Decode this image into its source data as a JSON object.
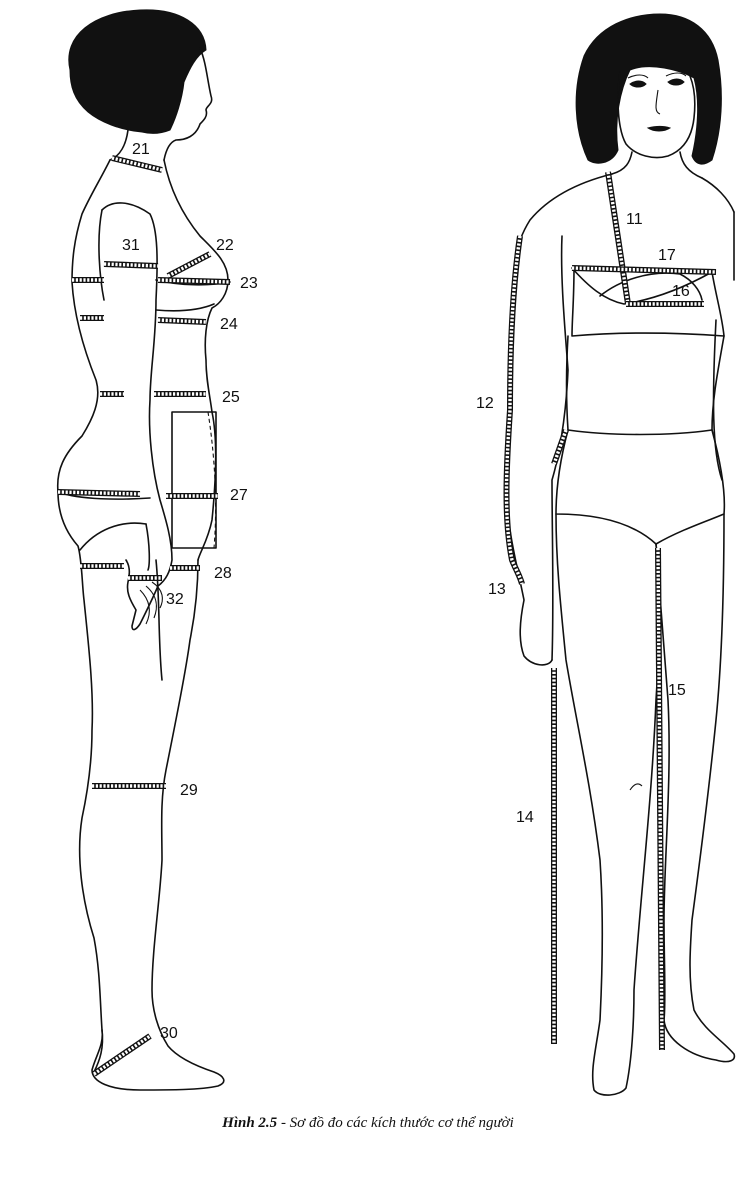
{
  "labels": {
    "m11": "11",
    "m12": "12",
    "m13": "13",
    "m14": "14",
    "m15": "15",
    "m16": "16",
    "m17": "17",
    "m21": "21",
    "m22": "22",
    "m23": "23",
    "m24": "24",
    "m25": "25",
    "m27": "27",
    "m28": "28",
    "m29": "29",
    "m30": "30",
    "m31": "31",
    "m32": "32"
  },
  "caption": {
    "figure": "Hình 2.5",
    "text": " - Sơ đồ đo các kích thước cơ thể người"
  }
}
